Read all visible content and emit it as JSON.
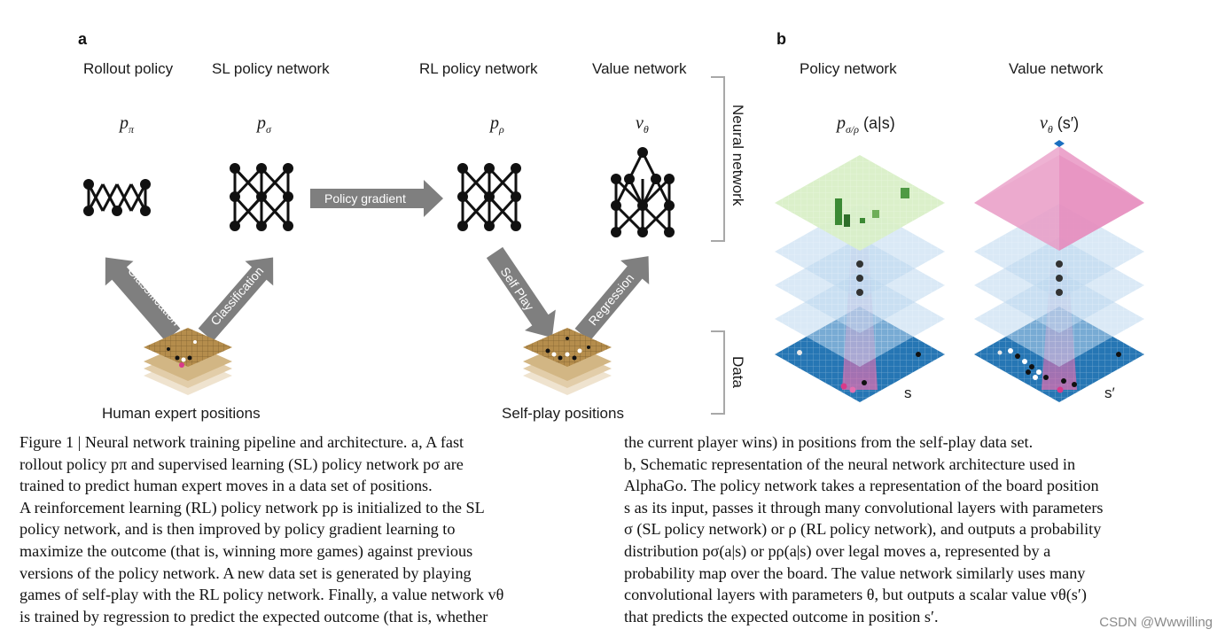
{
  "figure": {
    "panel_a": "a",
    "panel_b": "b",
    "titles": {
      "rollout": "Rollout policy",
      "sl": "SL policy network",
      "rl": "RL policy network",
      "value": "Value network",
      "policy_b": "Policy network",
      "value_b": "Value network"
    },
    "symbols": {
      "p_pi": "p",
      "p_pi_sub": "π",
      "p_sigma": "p",
      "p_sigma_sub": "σ",
      "p_rho": "p",
      "p_rho_sub": "ρ",
      "v_theta": "v",
      "v_theta_sub": "θ",
      "p_b": "p",
      "p_b_sub": "σ/ρ",
      "p_b_arg": "(a|s)",
      "v_b": "v",
      "v_b_sub": "θ",
      "v_b_arg": "(s′)",
      "s": "s",
      "s_prime": "s′"
    },
    "arrows": {
      "policy_gradient": "Policy gradient",
      "classification_left": "Classification",
      "classification_right": "Classification",
      "self_play": "Self Play",
      "regression": "Regression"
    },
    "bottom_labels": {
      "human": "Human expert positions",
      "selfplay": "Self-play positions"
    },
    "side_labels": {
      "neural": "Neural network",
      "data": "Data"
    },
    "colors": {
      "arrow_gray": "#7f7f7f",
      "board_tan": "#b58d4c",
      "blue_board": "#2676b4",
      "green_layer": "#d9efc7",
      "pink_pyramid": "#e58bbd"
    }
  },
  "caption": {
    "left": [
      "Figure 1 | Neural network training pipeline and architecture. a, A fast",
      "rollout policy pπ and supervised learning (SL) policy network pσ are",
      "trained to predict human expert moves in a data set of positions.",
      "A reinforcement learning (RL) policy network pρ is initialized to the SL",
      "policy network, and is then improved by policy gradient learning to",
      "maximize the outcome (that is, winning more games) against previous",
      "versions of the policy network. A new data set is generated by playing",
      "games of self-play with the RL policy network. Finally, a value network vθ",
      "is trained by regression to predict the expected outcome (that is, whether"
    ],
    "right": [
      "the current player wins) in positions from the self-play data set.",
      "b, Schematic representation of the neural network architecture used in",
      "AlphaGo. The policy network takes a representation of the board position",
      "s as its input, passes it through many convolutional layers with parameters",
      "σ (SL policy network) or ρ (RL policy network), and outputs a probability",
      "distribution pσ(a|s) or pρ(a|s) over legal moves a, represented by a",
      "probability map over the board. The value network similarly uses many",
      "convolutional layers with parameters θ, but outputs a scalar value vθ(s′)",
      "that predicts the expected outcome in position s′."
    ]
  },
  "watermark": "CSDN @Wwwilling"
}
